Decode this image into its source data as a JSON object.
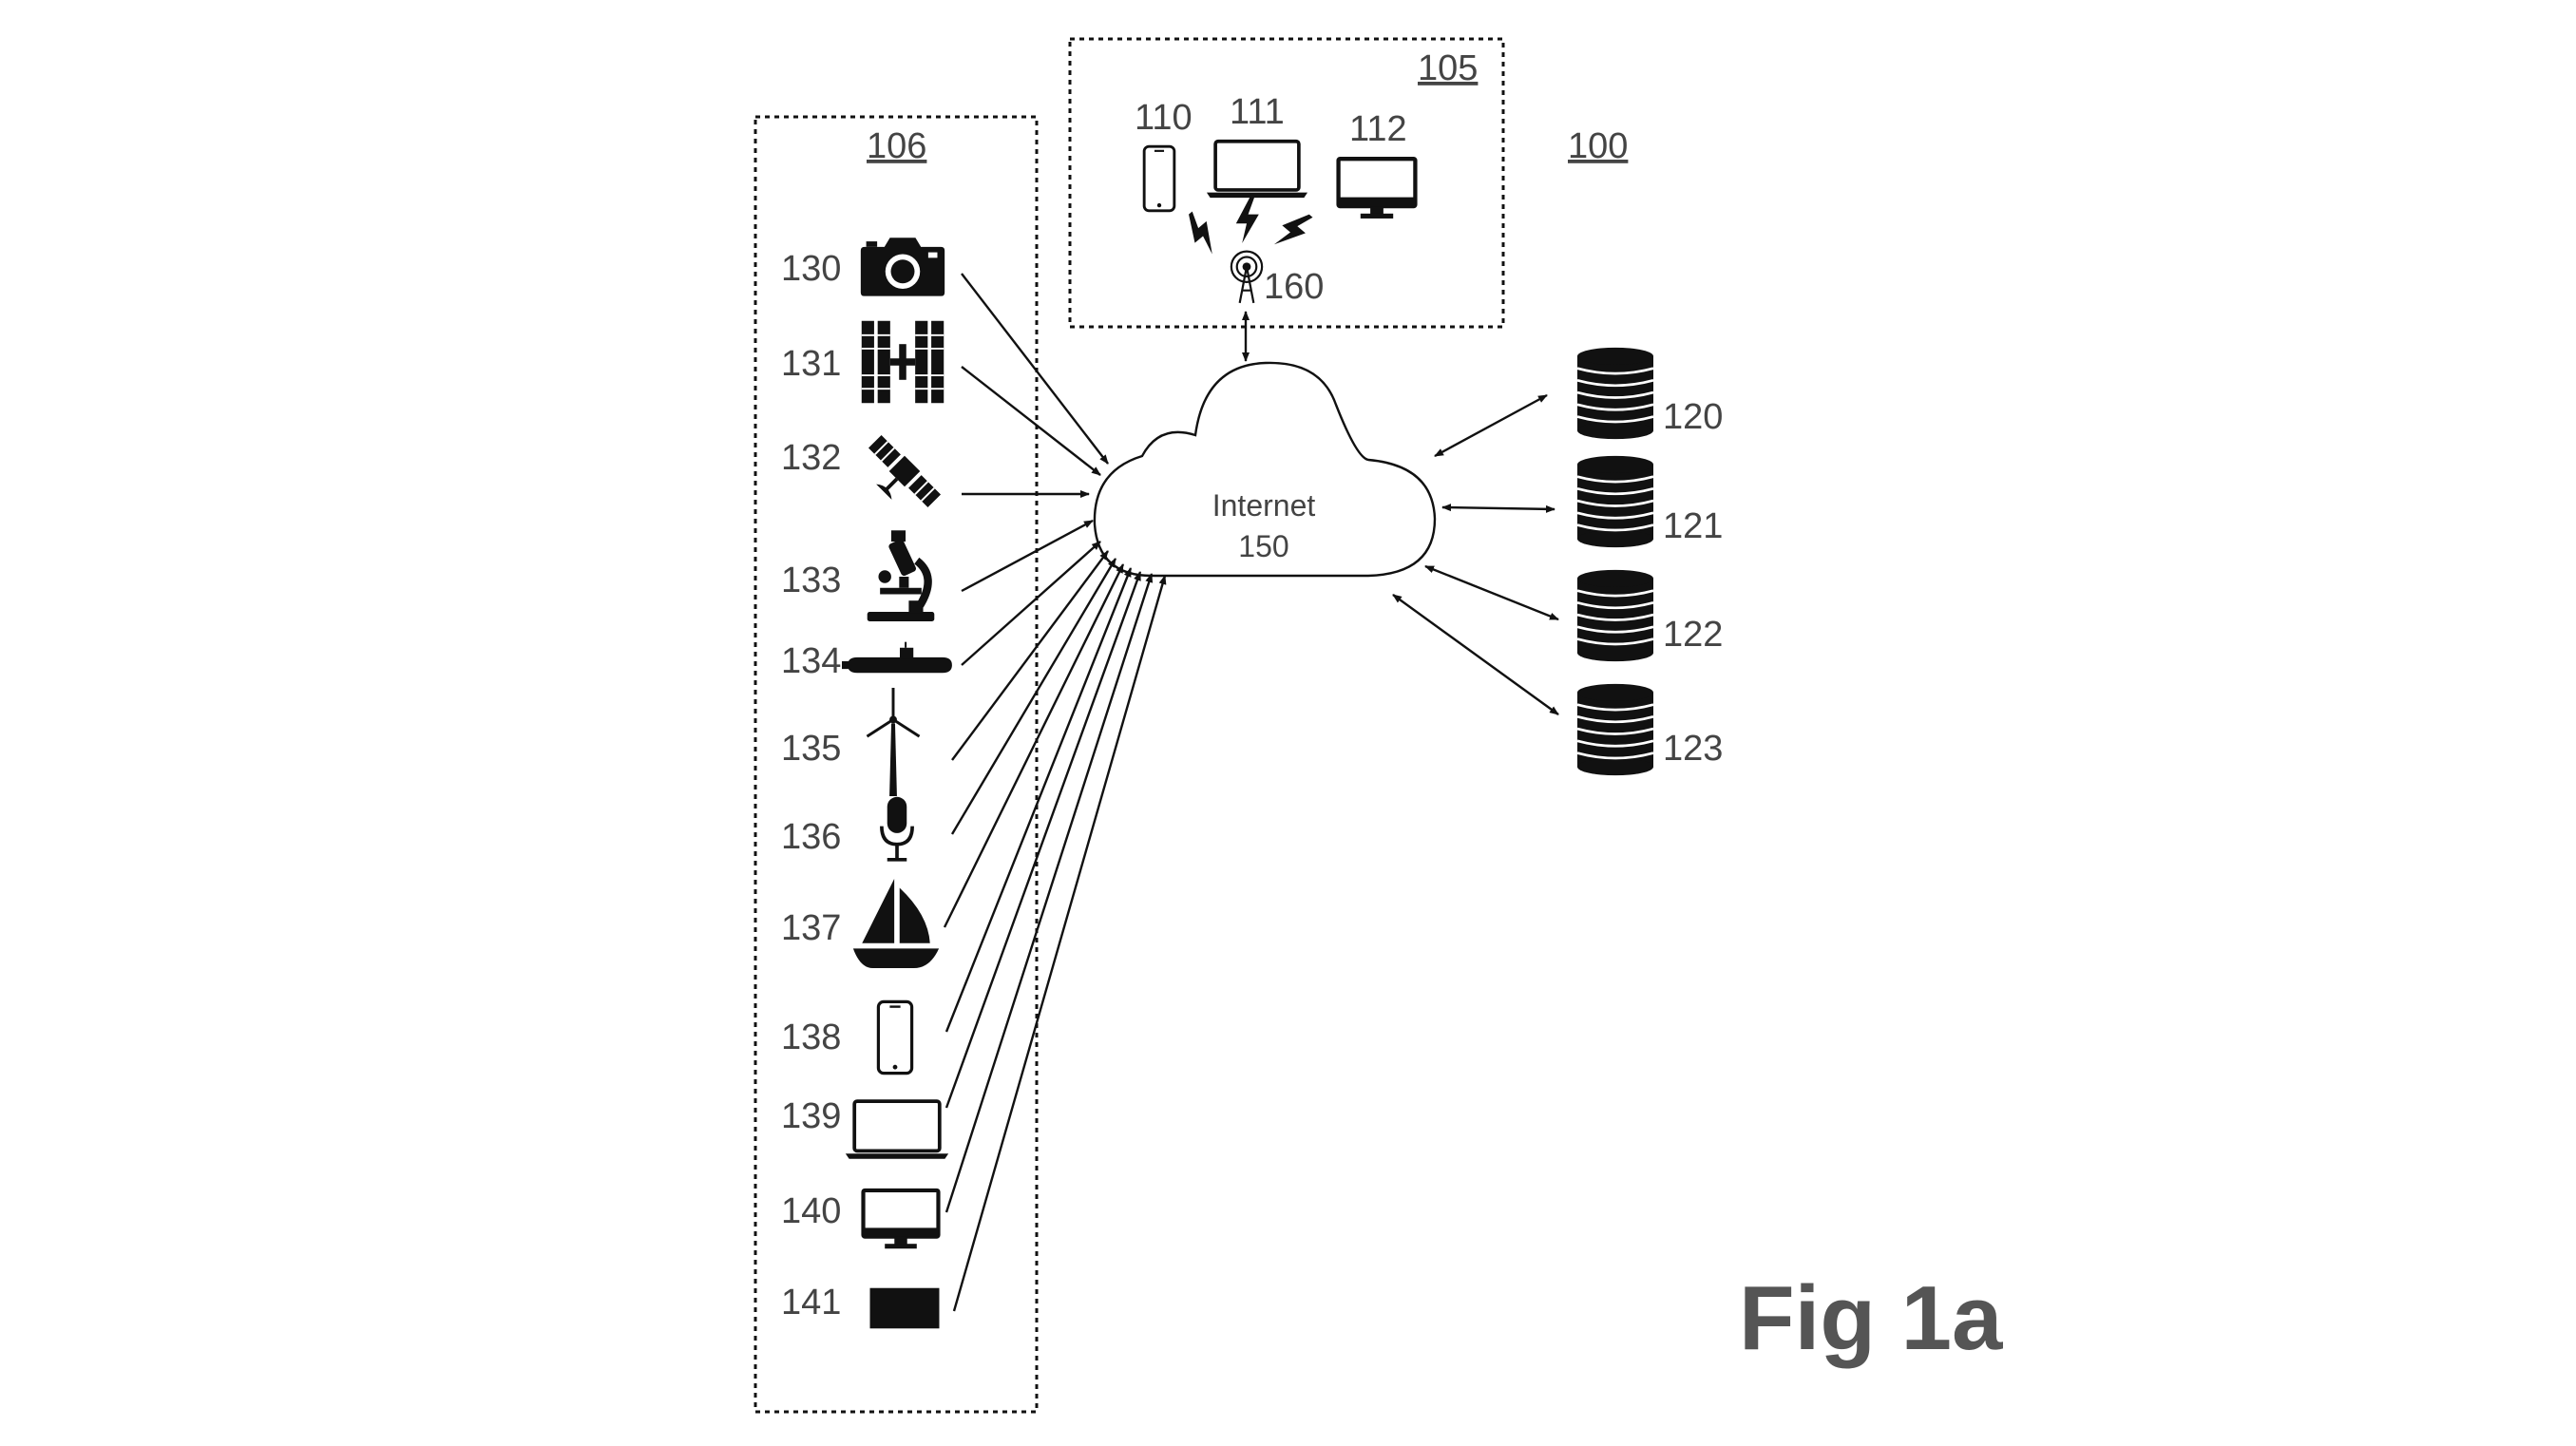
{
  "figure_title": "Fig 1a",
  "system_ref": "100",
  "source_group_ref": "106",
  "client_group_ref": "105",
  "cloud": {
    "line1": "Internet",
    "line2": "150"
  },
  "access_point_label": "160",
  "client_devices": [
    {
      "label": "110",
      "icon": "smartphone-icon"
    },
    {
      "label": "111",
      "icon": "laptop-icon"
    },
    {
      "label": "112",
      "icon": "monitor-icon"
    }
  ],
  "sources": [
    {
      "label": "130",
      "icon": "camera-icon"
    },
    {
      "label": "131",
      "icon": "space-station-icon"
    },
    {
      "label": "132",
      "icon": "satellite-icon"
    },
    {
      "label": "133",
      "icon": "microscope-icon"
    },
    {
      "label": "134",
      "icon": "submarine-icon"
    },
    {
      "label": "135",
      "icon": "wind-turbine-icon"
    },
    {
      "label": "136",
      "icon": "microphone-icon"
    },
    {
      "label": "137",
      "icon": "sailboat-icon"
    },
    {
      "label": "138",
      "icon": "smartphone-icon"
    },
    {
      "label": "139",
      "icon": "laptop-icon"
    },
    {
      "label": "140",
      "icon": "monitor-icon"
    },
    {
      "label": "141",
      "icon": "tablet-icon"
    }
  ],
  "databases": [
    {
      "label": "120",
      "icon": "database-icon"
    },
    {
      "label": "121",
      "icon": "database-icon"
    },
    {
      "label": "122",
      "icon": "database-icon"
    },
    {
      "label": "123",
      "icon": "database-icon"
    }
  ]
}
